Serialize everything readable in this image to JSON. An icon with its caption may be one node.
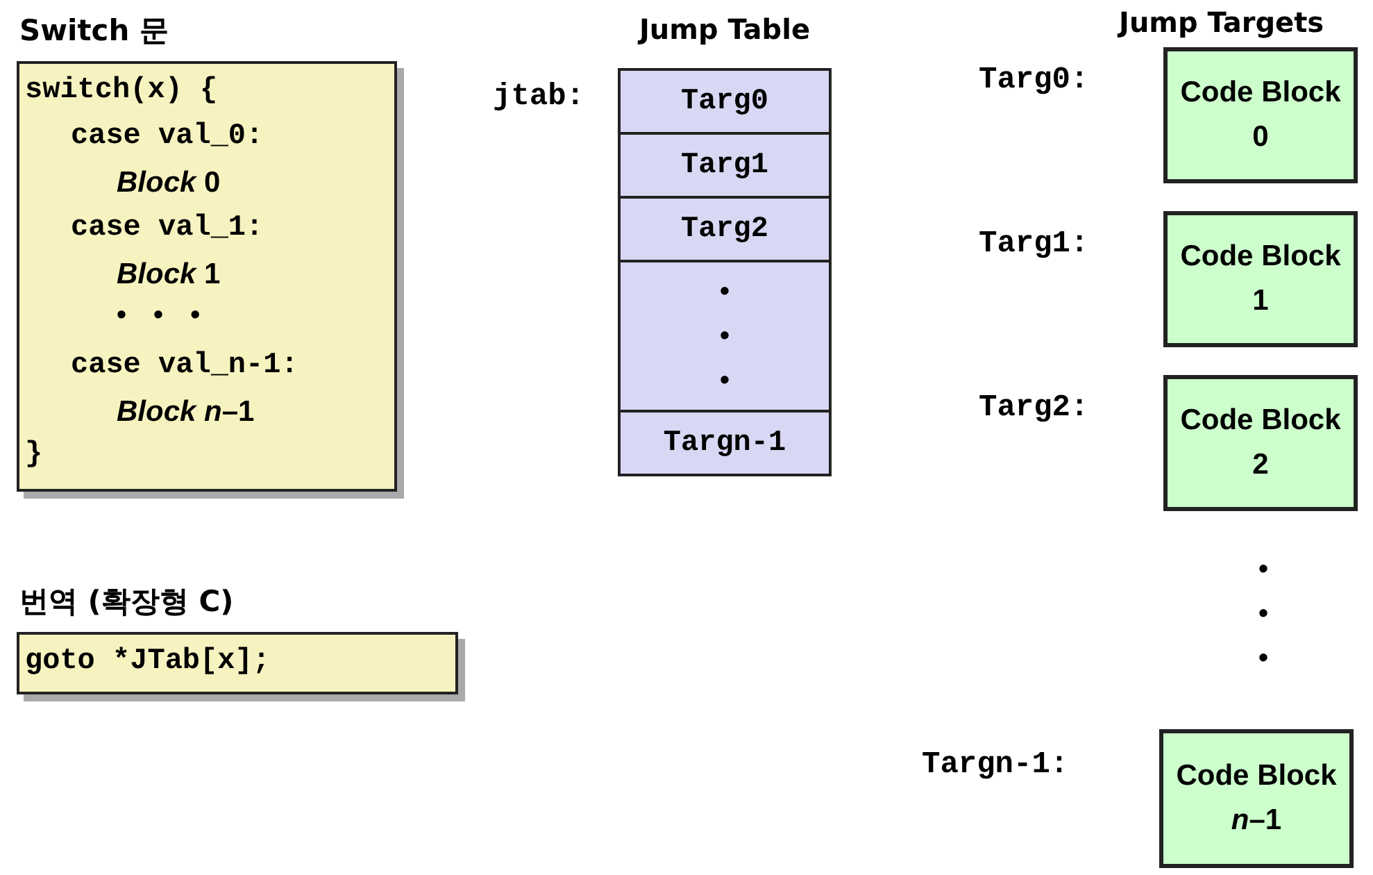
{
  "diagram": {
    "nodes": [
      {
        "text": [
          "Switch 문",
          "switch(x) {",
          "case val_0:",
          "*Block* 0",
          "case val_1:",
          "*Block* 1",
          "• • •",
          "case val_n-1:",
          "*Block* *n*–1",
          "}"
        ]
      },
      {
        "text": [
          "번역 (확장형 C)",
          "goto *JTab[x];"
        ]
      },
      {
        "text": [
          "Jump Table"
        ],
        "beside": [
          "jtab:"
        ]
      },
      {
        "text": [
          "Targ0"
        ],
        "in": 2
      },
      {
        "text": [
          "Targ1"
        ],
        "in": 2
      },
      {
        "text": [
          "Targ2"
        ],
        "in": 2
      },
      {
        "text": [
          "• • •"
        ],
        "in": 2
      },
      {
        "text": [
          "Targn-1"
        ],
        "in": 2
      },
      {
        "text": [
          "Code Block 0"
        ],
        "beside": [
          "Targ0:"
        ]
      },
      {
        "text": [
          "Code Block 1"
        ],
        "beside": [
          "Targ1:"
        ]
      },
      {
        "text": [
          "Code Block 2"
        ],
        "beside": [
          "Targ2:"
        ]
      },
      {
        "text": [
          "Code Block *n*–1"
        ],
        "beside": [
          "Targn-1:"
        ]
      }
    ],
    "labels": [
      "Jump Targets",
      "• • •"
    ]
  }
}
